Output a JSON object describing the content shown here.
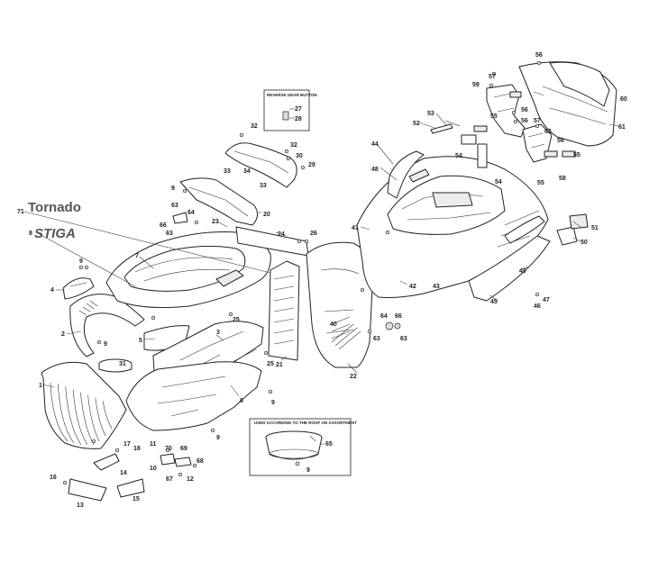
{
  "brand": {
    "tornado_text": "Tornado",
    "stiga_text": "STIGA"
  },
  "inset_boxes": {
    "top_box_title": "REVERSE GEAR BUTTON",
    "bottom_box_title": "USED ACCORDING TO THE ROOF ON ASSORTMENT"
  },
  "callouts": {
    "c1": "1",
    "c2": "2",
    "c3": "3",
    "c4": "4",
    "c5": "5",
    "c6": "6",
    "c7": "7",
    "c8": "8",
    "c9": "9",
    "c10": "10",
    "c11": "11",
    "c12": "12",
    "c13": "13",
    "c14": "14",
    "c15": "15",
    "c16": "16",
    "c17": "17",
    "c18": "18",
    "c20": "20",
    "c21": "21",
    "c22": "22",
    "c23": "23",
    "c24": "24",
    "c25": "25",
    "c26": "26",
    "c27": "27",
    "c28": "28",
    "c29": "29",
    "c30": "30",
    "c31": "31",
    "c32": "32",
    "c33": "33",
    "c34": "34",
    "c40": "40",
    "c41": "41",
    "c42": "42",
    "c43": "43",
    "c44": "44",
    "c45": "45",
    "c46": "46",
    "c47": "47",
    "c48": "48",
    "c49": "49",
    "c50": "50",
    "c51": "51",
    "c52": "52",
    "c53": "53",
    "c54": "54",
    "c55": "55",
    "c56": "56",
    "c57": "57",
    "c58": "58",
    "c59": "59",
    "c60": "60",
    "c61": "61",
    "c62": "62",
    "c63": "63",
    "c64": "64",
    "c65": "65",
    "c66": "66",
    "c67": "67",
    "c68": "68",
    "c69": "69",
    "c70": "70",
    "c71": "71"
  }
}
